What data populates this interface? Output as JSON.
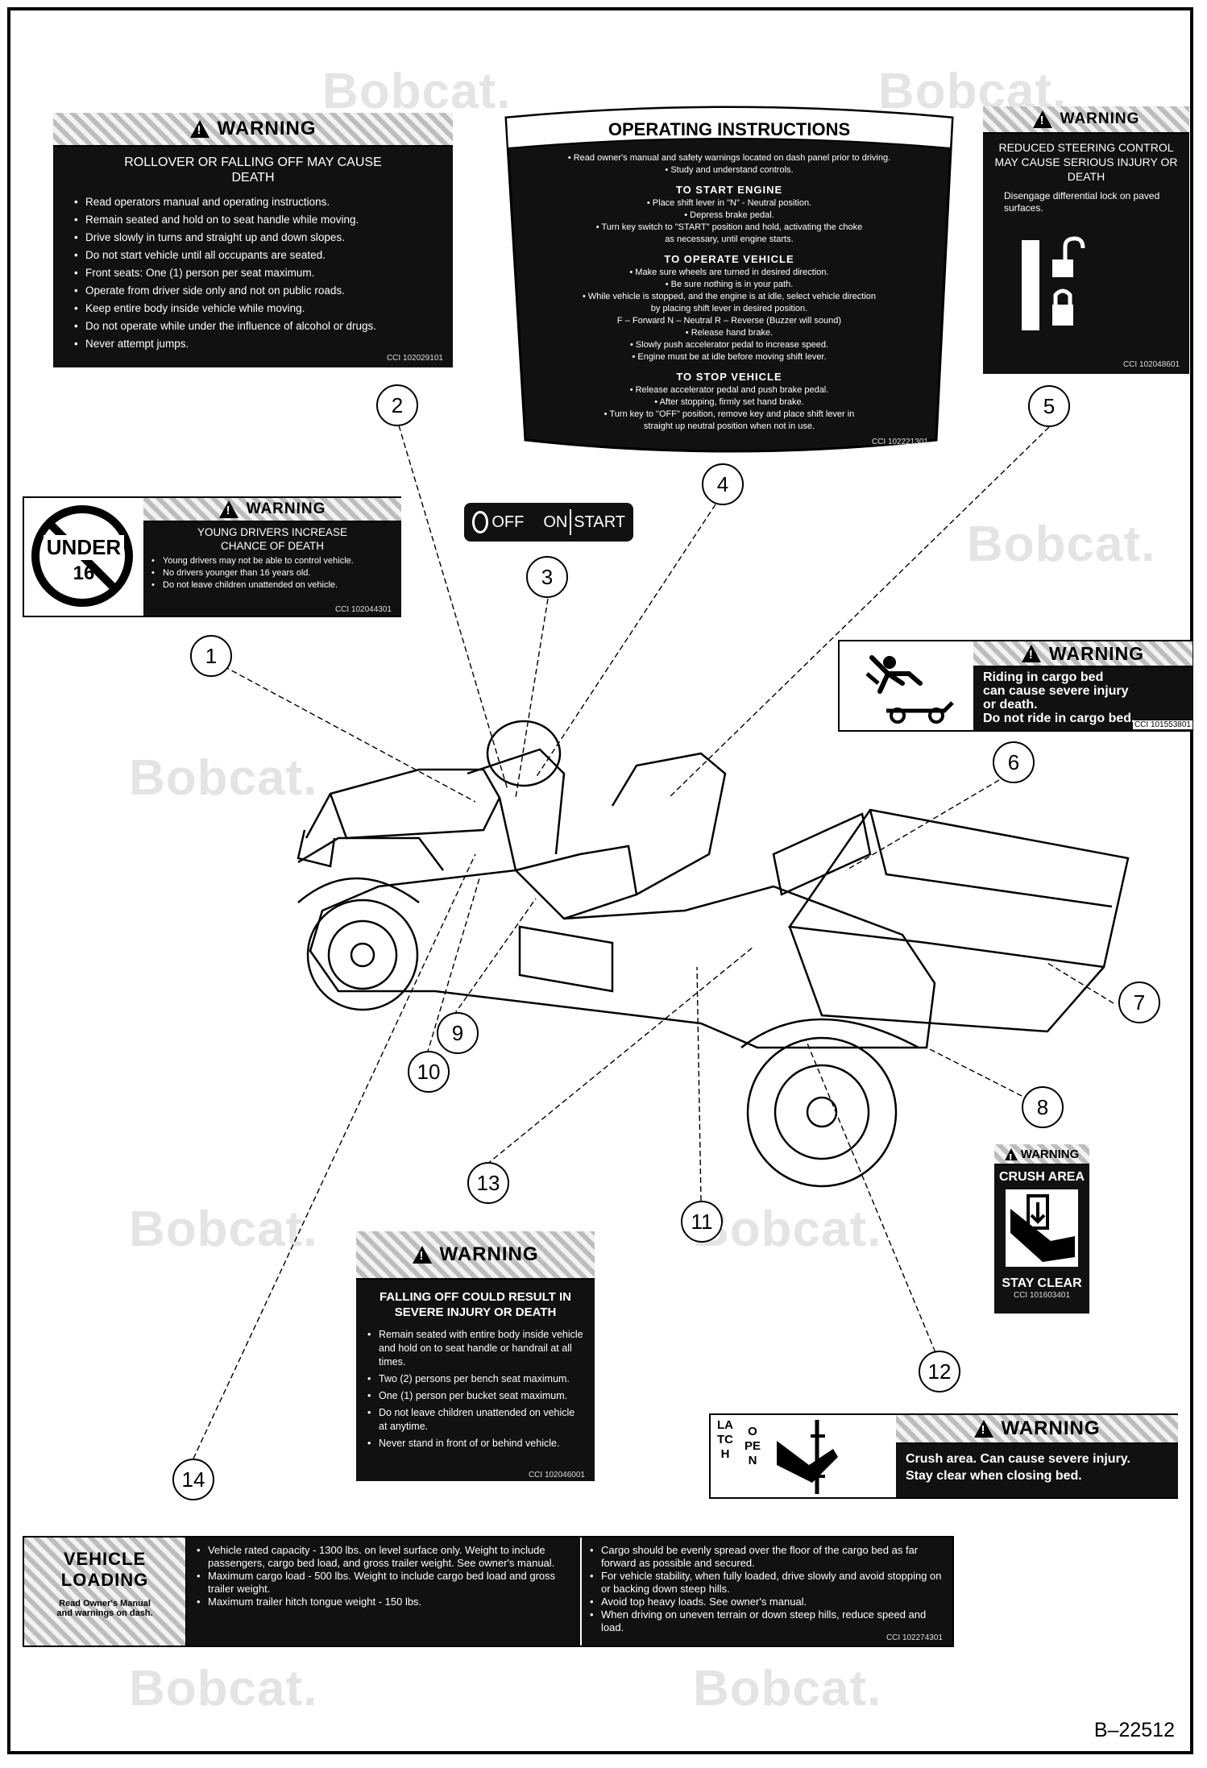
{
  "figure_id": "B–22512",
  "watermark": "Bobcat.",
  "callouts": [
    "1",
    "2",
    "3",
    "4",
    "5",
    "6",
    "7",
    "8",
    "9",
    "10",
    "11",
    "12",
    "13",
    "14"
  ],
  "rollover": {
    "header": "WARNING",
    "title": "ROLLOVER OR FALLING OFF MAY CAUSE DEATH",
    "items": [
      "Read operators manual and operating instructions.",
      "Remain seated and hold on to seat handle while moving.",
      "Drive slowly in turns and straight up and down slopes.",
      "Do not start vehicle until all occupants are seated.",
      "Front seats: One (1) person per seat maximum.",
      "Operate from driver side only and not on public roads.",
      "Keep entire body inside vehicle while moving.",
      "Do not operate while under the influence of alcohol or drugs.",
      "Never attempt jumps."
    ],
    "code": "CCI 102029101"
  },
  "operating": {
    "title": "OPERATING INSTRUCTIONS",
    "intro": [
      "• Read owner's manual and safety warnings located on dash panel prior to driving.",
      "• Study and understand controls."
    ],
    "start_title": "TO START ENGINE",
    "start": [
      "• Place shift lever in \"N\" - Neutral position.",
      "• Depress brake pedal.",
      "• Turn key switch to \"START\" position and hold, activating the choke",
      "as necessary, until engine starts."
    ],
    "operate_title": "TO OPERATE VEHICLE",
    "operate": [
      "• Make sure wheels are turned in desired direction.",
      "• Be sure nothing is in your path.",
      "• While vehicle is stopped, and the engine is at idle, select vehicle direction",
      "by placing shift lever in desired position.",
      "F – Forward     N – Neutral     R – Reverse (Buzzer will sound)",
      "• Release hand brake.",
      "• Slowly push accelerator pedal to increase speed.",
      "• Engine must be at idle before moving shift lever."
    ],
    "stop_title": "TO STOP VEHICLE",
    "stop": [
      "• Release accelerator pedal and push brake pedal.",
      "• After stopping, firmly set hand brake.",
      "• Turn key to \"OFF\" position, remove key and place shift lever in",
      "straight up neutral position when not in use."
    ],
    "code": "CCI 102221301"
  },
  "steering": {
    "header": "WARNING",
    "title": "REDUCED STEERING CONTROL MAY CAUSE SERIOUS INJURY OR DEATH",
    "text": "Disengage differential lock on paved surfaces.",
    "code": "CCI 102048601"
  },
  "under16": {
    "sign": "UNDER",
    "age": "16",
    "header": "WARNING",
    "title": "YOUNG DRIVERS INCREASE CHANCE OF DEATH",
    "items": [
      "Young drivers may not be able to control vehicle.",
      "No drivers younger than 16 years old.",
      "Do not leave children unattended on vehicle."
    ],
    "code": "CCI 102044301"
  },
  "keyswitch": {
    "off": "OFF",
    "on": "ON",
    "start": "START"
  },
  "cargo_ride": {
    "header": "WARNING",
    "lines": [
      "Riding in cargo bed",
      "can cause severe injury",
      "or death.",
      "Do not ride in cargo bed."
    ],
    "code": "CCI 101553801"
  },
  "crush": {
    "header": "WARNING",
    "top": "CRUSH AREA",
    "bottom": "STAY CLEAR",
    "code": "CCI 101603401"
  },
  "falling": {
    "header": "WARNING",
    "title": "FALLING OFF COULD RESULT IN SEVERE INJURY OR DEATH",
    "items": [
      "Remain seated with entire body inside vehicle and hold on to seat handle or handrail at all times.",
      "Two (2) persons per bench seat maximum.",
      "One (1) person per bucket seat maximum.",
      "Do not leave children unattended on vehicle at anytime.",
      "Never stand in front of or behind vehicle."
    ],
    "code": "CCI 102046001"
  },
  "latch": {
    "latch": "LATCH",
    "open": "OPEN",
    "header": "WARNING",
    "lines": [
      "Crush area. Can cause severe injury.",
      "Stay clear when closing bed."
    ]
  },
  "loading": {
    "title1": "VEHICLE",
    "title2": "LOADING",
    "note1": "Read Owner's Manual",
    "note2": "and warnings on dash.",
    "left": [
      "Vehicle rated capacity - 1300 lbs. on level surface only. Weight to include passengers, cargo bed load, and gross trailer weight. See owner's manual.",
      "Maximum cargo load - 500 lbs. Weight to include cargo bed load and gross trailer weight.",
      "Maximum trailer hitch tongue weight - 150 lbs."
    ],
    "right": [
      "Cargo should be evenly spread over the floor of the cargo bed as far forward as possible and secured.",
      "For vehicle stability, when fully loaded, drive slowly and avoid stopping on or backing down steep hills.",
      "Avoid top heavy loads. See owner's manual.",
      "When driving on uneven terrain or down steep hills, reduce speed and load."
    ],
    "code": "CCI 102274301"
  }
}
